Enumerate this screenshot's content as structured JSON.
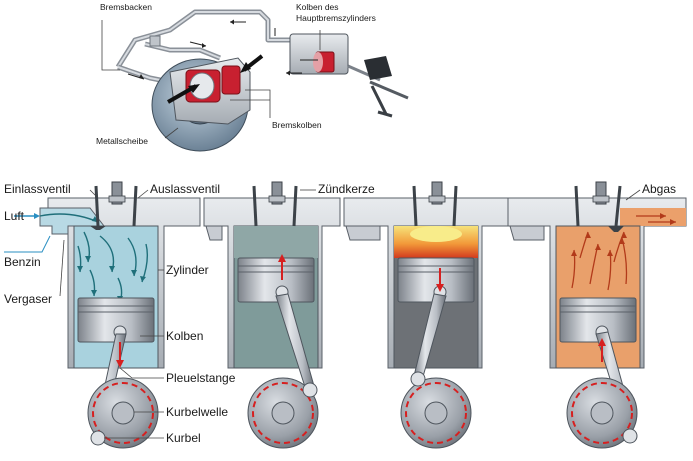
{
  "brake": {
    "labels": {
      "bremsbacken": "Bremsbacken",
      "kolben_haupt_1": "Kolben des",
      "kolben_haupt_2": "Hauptbremszylinders",
      "bremskolben": "Bremskolben",
      "metallscheibe": "Metallscheibe"
    }
  },
  "engine": {
    "labels": {
      "einlassventil": "Einlassventil",
      "auslassventil": "Auslassventil",
      "zuendkerze": "Zündkerze",
      "abgas": "Abgas",
      "luft": "Luft",
      "benzin": "Benzin",
      "vergaser": "Vergaser",
      "zylinder": "Zylinder",
      "kolben": "Kolben",
      "pleuelstange": "Pleuelstange",
      "kurbelwelle": "Kurbelwelle",
      "kurbel": "Kurbel"
    }
  },
  "colors": {
    "metal_light": "#c8ccd2",
    "metal_dark": "#6e747c",
    "air_blue": "#a9d2e0",
    "flow_teal": "#1f6f7a",
    "gas_green": "#7f9b9a",
    "exhaust_orange": "#e9a06b",
    "arrow_red": "#d62020",
    "brake_red": "#c8202c",
    "flame_yellow": "#f7e15a"
  }
}
